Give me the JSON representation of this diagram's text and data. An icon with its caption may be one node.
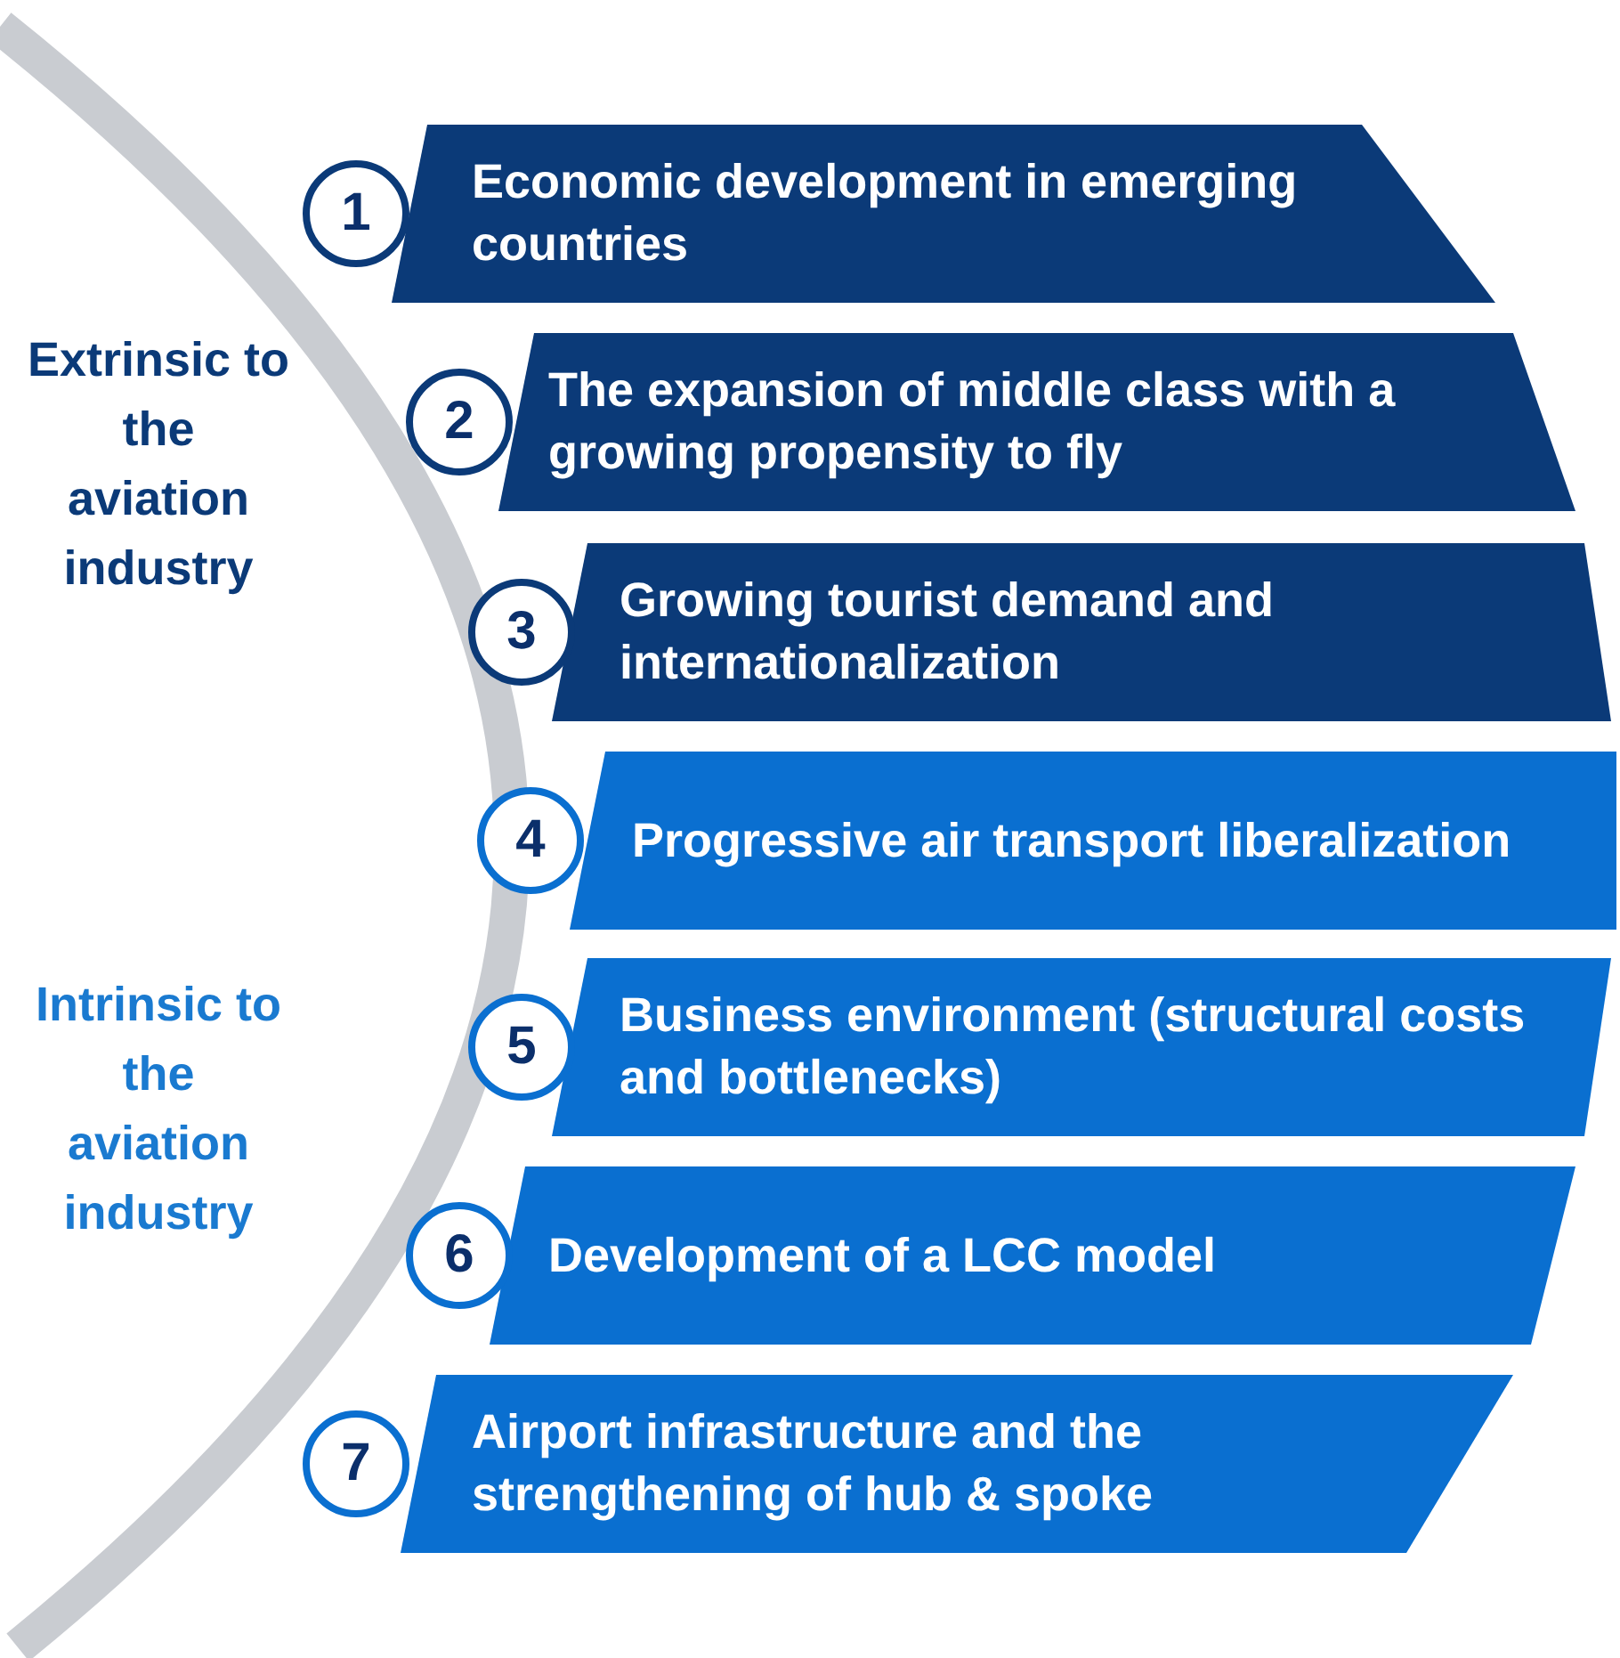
{
  "diagram": {
    "nodes": [
      {
        "text": [
          "1"
        ]
      },
      {
        "text": [
          "Economic development in emerging countries"
        ]
      },
      {
        "text": [
          "2"
        ]
      },
      {
        "text": [
          "The expansion of middle class with a growing propensity to fly"
        ]
      },
      {
        "text": [
          "3"
        ]
      },
      {
        "text": [
          "Growing tourist demand and internationalization"
        ]
      },
      {
        "text": [
          "4"
        ]
      },
      {
        "text": [
          "Progressive air transport liberalization"
        ]
      },
      {
        "text": [
          "5"
        ]
      },
      {
        "text": [
          "Business environment (structural costs and bottlenecks)"
        ]
      },
      {
        "text": [
          "6"
        ]
      },
      {
        "text": [
          "Development of a LCC model"
        ]
      },
      {
        "text": [
          "7"
        ]
      },
      {
        "text": [
          "Airport infrastructure and the strengthening of hub & spoke"
        ]
      }
    ],
    "labels": [
      "Extrinsic to the aviation industry",
      "Intrinsic to the aviation industry"
    ]
  }
}
